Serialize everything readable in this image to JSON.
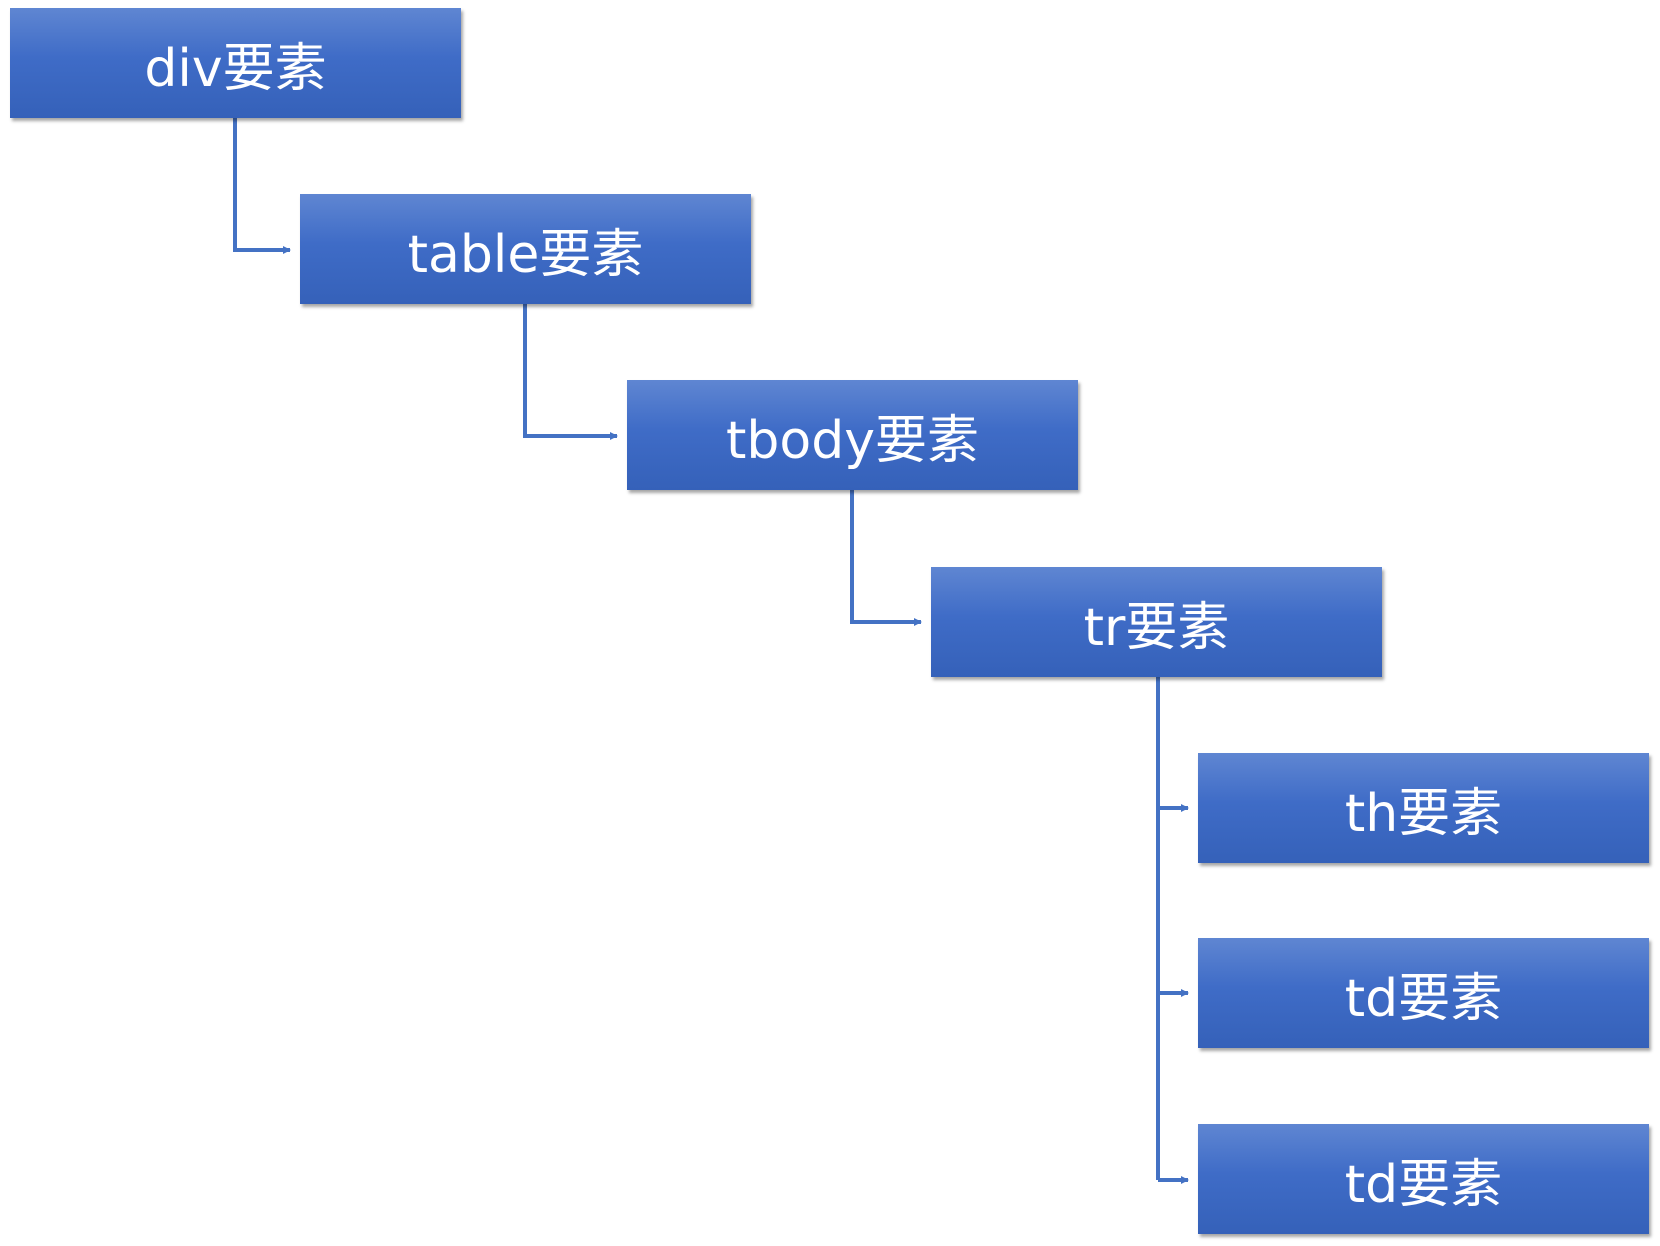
{
  "diagram": {
    "nodes": [
      {
        "id": "div",
        "label": "div要素"
      },
      {
        "id": "table",
        "label": "table要素"
      },
      {
        "id": "tbody",
        "label": "tbody要素"
      },
      {
        "id": "tr",
        "label": "tr要素"
      },
      {
        "id": "th",
        "label": "th要素"
      },
      {
        "id": "td1",
        "label": "td要素"
      },
      {
        "id": "td2",
        "label": "td要素"
      }
    ],
    "edges": [
      {
        "from": "div",
        "to": "table"
      },
      {
        "from": "table",
        "to": "tbody"
      },
      {
        "from": "tbody",
        "to": "tr"
      },
      {
        "from": "tr",
        "to": "th"
      },
      {
        "from": "tr",
        "to": "td1"
      },
      {
        "from": "tr",
        "to": "td2"
      }
    ],
    "colors": {
      "node_fill": "#4472c4",
      "connector": "#4472c4",
      "text": "#ffffff"
    }
  }
}
